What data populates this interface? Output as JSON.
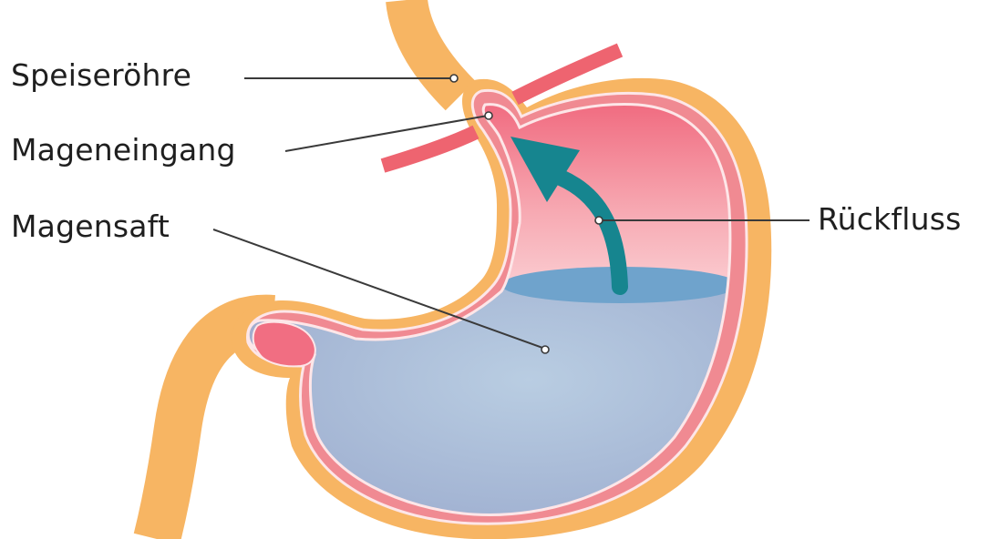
{
  "labels": {
    "esophagus": "Speiseröhre",
    "cardia": "Mageneingang",
    "gastric_juice": "Magensaft",
    "reflux": "Rückfluss"
  },
  "colors": {
    "outer_wall": "#f7b563",
    "inner_wall": "#f08a92",
    "lumen_top": "#f16e82",
    "gastric_juice": "#9fbad8",
    "fluid_surface": "#6fa3cc",
    "diaphragm": "#ee6470",
    "reflux_arrow": "#16858f",
    "leader_line": "#3a3a3a"
  }
}
